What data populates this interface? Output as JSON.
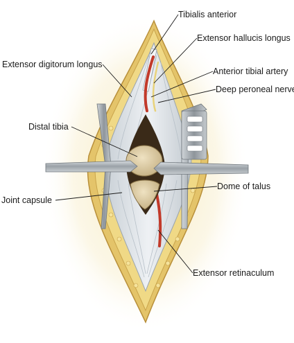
{
  "labels": {
    "tibialis_anterior": "Tibialis anterior",
    "extensor_hallucis_longus": "Extensor hallucis longus",
    "extensor_digitorum_longus": "Extensor digitorum longus",
    "anterior_tibial_artery": "Anterior tibial artery",
    "deep_peroneal_nerve": "Deep peroneal nerve",
    "distal_tibia": "Distal tibia",
    "dome_of_talus": "Dome of talus",
    "joint_capsule": "Joint capsule",
    "extensor_retinaculum": "Extensor retinaculum"
  },
  "colors": {
    "fat_yellow": "#e8c85a",
    "skin_edge": "#caa24a",
    "tendon_white": "#e6ebef",
    "bone": "#d9c7a0",
    "artery_red": "#c23a2a",
    "retractor_steel": "#a9b0b6"
  }
}
